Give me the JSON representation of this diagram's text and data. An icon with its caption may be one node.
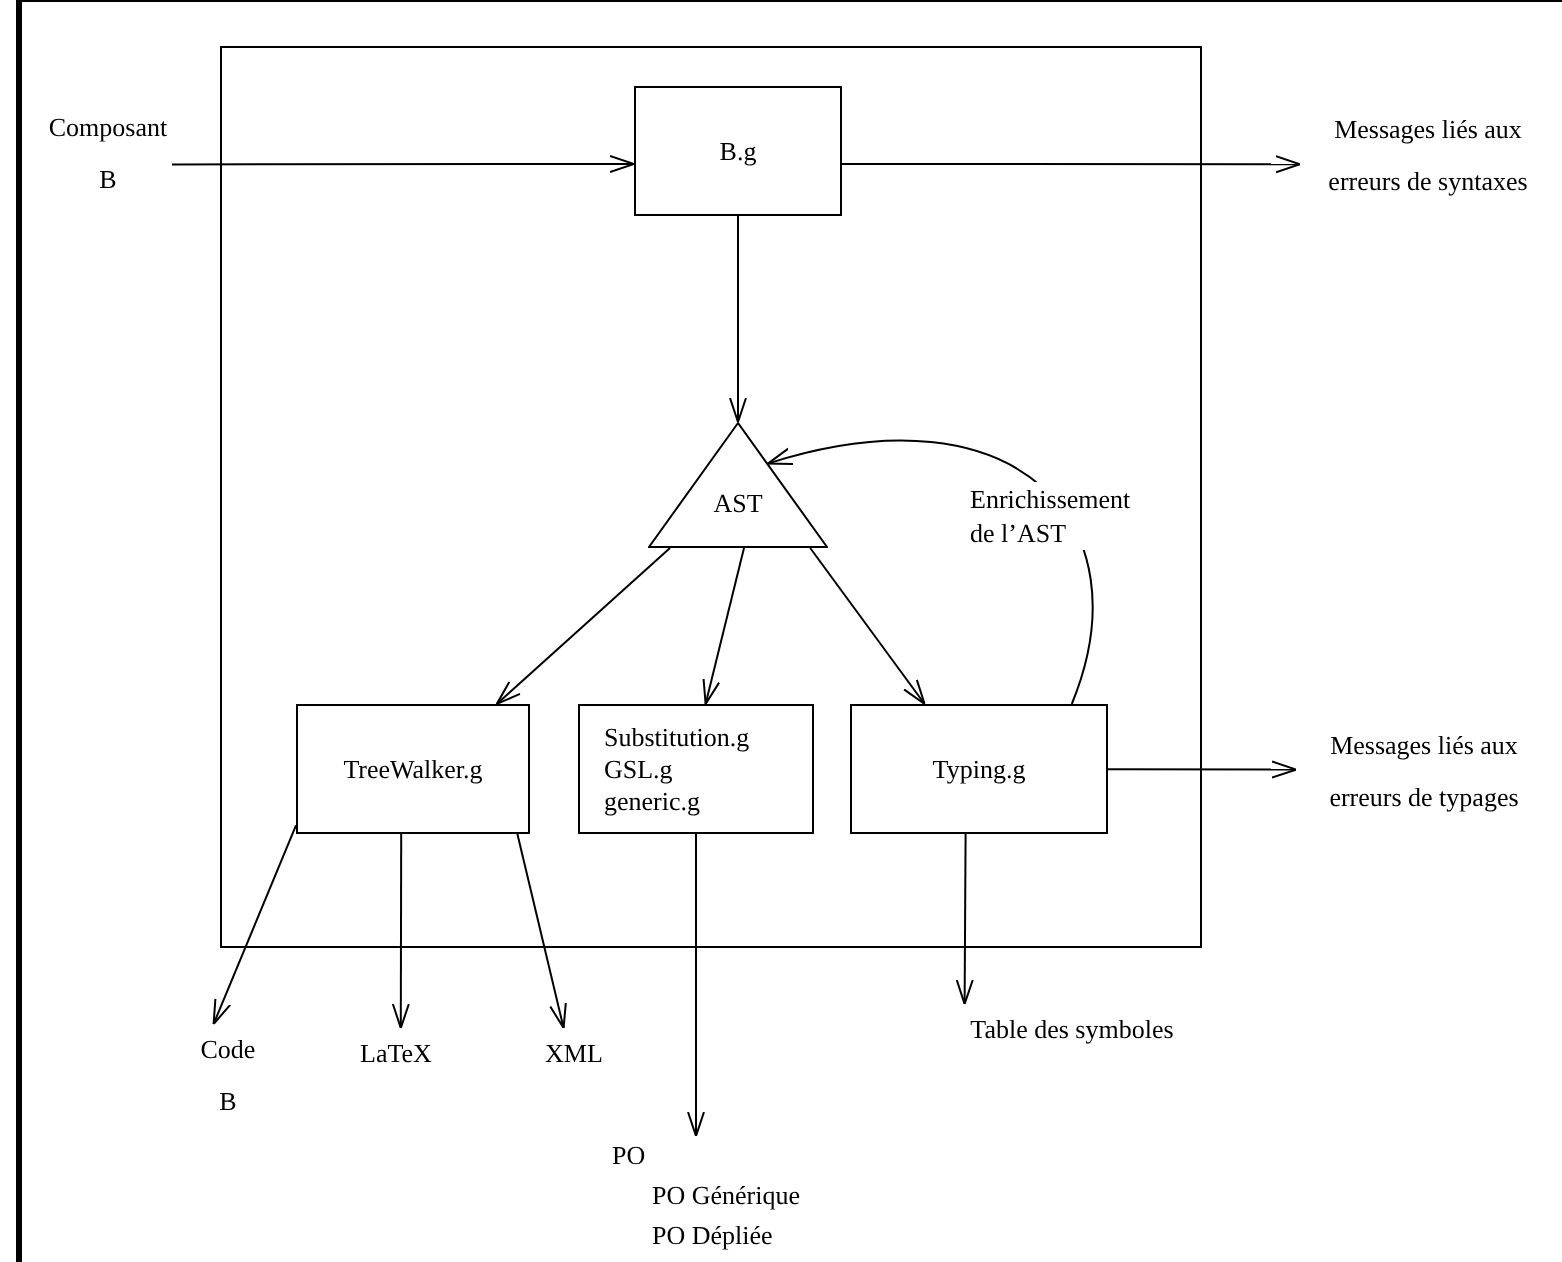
{
  "diagram": {
    "nodes": [
      {
        "text": [],
        "shape": "box"
      },
      {
        "text": [
          "Composant B"
        ]
      },
      {
        "text": [
          "B.g"
        ],
        "in": 0
      },
      {
        "text": [
          "Messages liés aux erreurs de syntaxes"
        ]
      },
      {
        "text": [
          "AST"
        ],
        "in": 0
      },
      {
        "text": [
          "TreeWalker.g"
        ],
        "in": 0
      },
      {
        "text": [
          "Substitution.g",
          "GSL.g",
          "generic.g"
        ],
        "in": 0
      },
      {
        "text": [
          "Typing.g"
        ],
        "in": 0
      },
      {
        "text": [
          "Messages liés aux erreurs de typages"
        ]
      },
      {
        "text": [
          "Code B"
        ]
      },
      {
        "text": [
          "LaTeX"
        ]
      },
      {
        "text": [
          "XML"
        ]
      },
      {
        "text": [
          "Table des symboles"
        ]
      },
      {
        "text": [
          "PO",
          "PO Générique",
          "PO Dépliée"
        ]
      }
    ],
    "edges": [
      {
        "from": 1,
        "to": 2,
        "arrow": "to"
      },
      {
        "from": 2,
        "to": 3,
        "arrow": "to"
      },
      {
        "from": 2,
        "to": 4,
        "arrow": "to"
      },
      {
        "from": 4,
        "to": 5,
        "arrow": "to"
      },
      {
        "from": 4,
        "to": 6,
        "arrow": "to"
      },
      {
        "from": 4,
        "to": 7,
        "arrow": "to"
      },
      {
        "from": 7,
        "to": 4,
        "arrow": "to",
        "label": "Enrichissement de l’AST"
      },
      {
        "from": 7,
        "to": 8,
        "arrow": "to"
      },
      {
        "from": 5,
        "to": 9,
        "arrow": "to"
      },
      {
        "from": 5,
        "to": 10,
        "arrow": "to"
      },
      {
        "from": 5,
        "to": 11,
        "arrow": "to"
      },
      {
        "from": 6,
        "to": 13,
        "arrow": "to"
      },
      {
        "from": 7,
        "to": 12,
        "arrow": "to"
      }
    ]
  }
}
